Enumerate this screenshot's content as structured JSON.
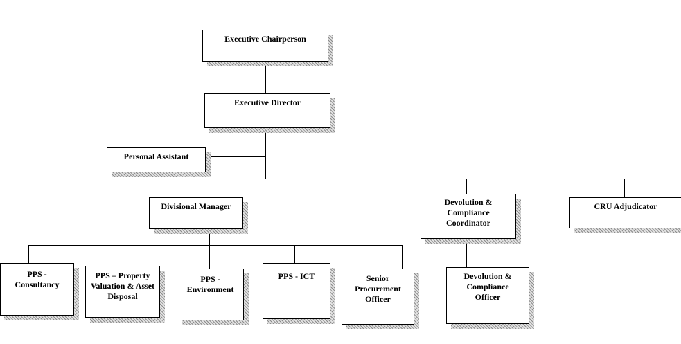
{
  "chart": {
    "executive_chairperson": "Executive Chairperson",
    "executive_director": "Executive Director",
    "personal_assistant": "Personal Assistant",
    "divisional_manager": "Divisional Manager",
    "devolution_coordinator": "Devolution & Compliance Coordinator",
    "cru_adjudicator": "CRU Adjudicator",
    "pps_consultancy": "PPS - Consultancy",
    "pps_property": "PPS – Property Valuation & Asset Disposal",
    "pps_environment": "PPS - Environment",
    "pps_ict": "PPS - ICT",
    "senior_procurement": "Senior Procurement Officer",
    "devolution_officer": "Devolution & Compliance Officer"
  }
}
